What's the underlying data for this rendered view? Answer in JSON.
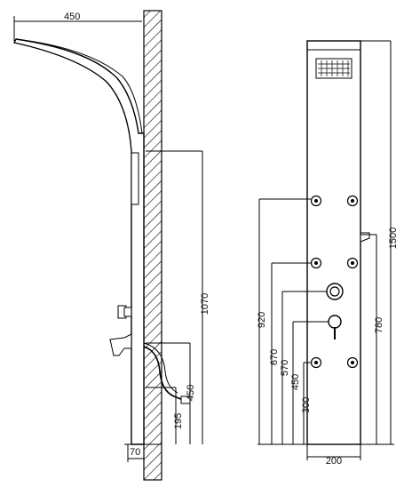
{
  "side_view": {
    "dims": {
      "top_width": "450",
      "height_from_floor": "1070",
      "hose_height": "450",
      "inlet_offset": "195",
      "wall_gap": "70"
    }
  },
  "front_view": {
    "dims": {
      "h_920": "920",
      "h_670": "670",
      "h_570": "570",
      "h_450": "450",
      "h_300": "300",
      "h_780": "780",
      "h_1500": "1500",
      "width_200": "200"
    }
  }
}
